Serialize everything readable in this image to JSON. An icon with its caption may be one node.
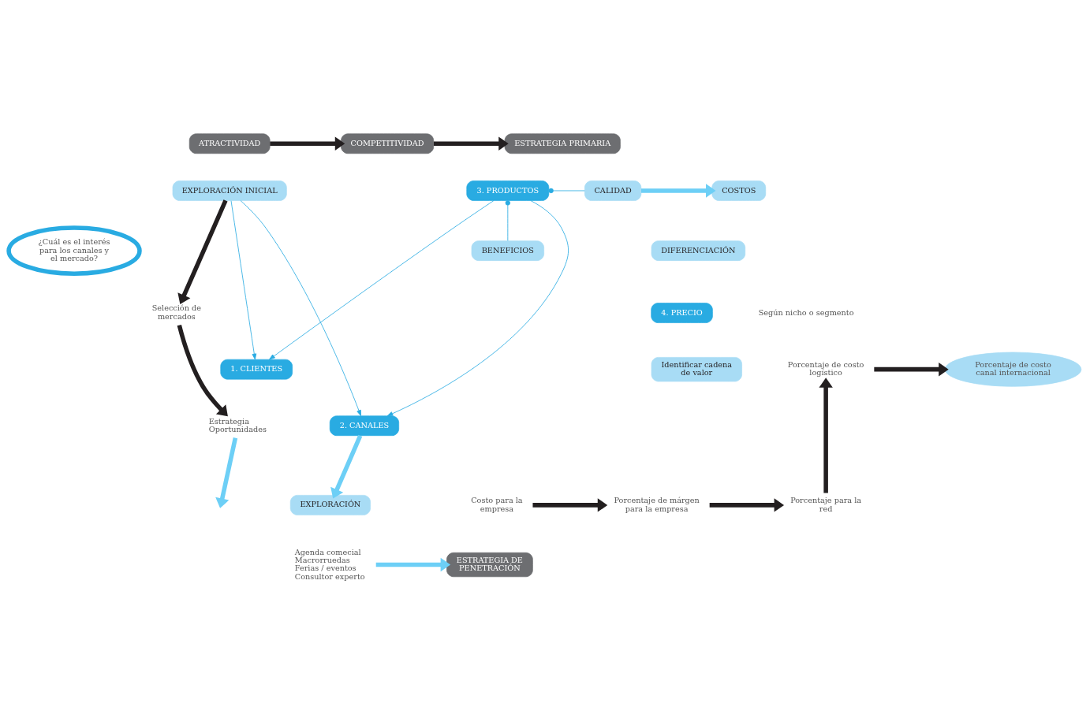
{
  "diagram": {
    "nodes": [
      {
        "text": [
          "ATRACTIVIDAD"
        ]
      },
      {
        "text": [
          "COMPETITIVIDAD"
        ]
      },
      {
        "text": [
          "ESTRATEGIA PRIMARIA"
        ]
      },
      {
        "text": [
          "EXPLORACIÓN INICIAL"
        ]
      },
      {
        "text": [
          "¿Cuál es el interés para los canales y el mercado?"
        ]
      },
      {
        "text": [
          "3. PRODUCTOS"
        ]
      },
      {
        "text": [
          "CALIDAD"
        ]
      },
      {
        "text": [
          "COSTOS"
        ]
      },
      {
        "text": [
          "BENEFICIOS"
        ]
      },
      {
        "text": [
          "DIFERENCIACIÓN"
        ]
      },
      {
        "text": [
          "Selección de mercados"
        ]
      },
      {
        "text": [
          "4. PRECIO"
        ]
      },
      {
        "text": [
          "1. CLIENTES"
        ]
      },
      {
        "text": [
          "Estrategia",
          "Oportunidades"
        ]
      },
      {
        "text": [
          "2. CANALES"
        ]
      },
      {
        "text": [
          "Identificar cadena de valor"
        ]
      },
      {
        "text": [
          "Porcentaje de costo canal internacional"
        ]
      },
      {
        "text": [
          "Porcentaje de costo logístico"
        ]
      },
      {
        "text": [
          "EXPLORACIÓN"
        ]
      },
      {
        "text": [
          "Costo para la empresa"
        ]
      },
      {
        "text": [
          "Porcentaje de márgen para la empresa"
        ]
      },
      {
        "text": [
          "Porcentaje para la red"
        ]
      },
      {
        "text": [
          "Agenda comecial",
          "Macrorruedas",
          "Ferias / eventos",
          "Consultor experto"
        ]
      },
      {
        "text": [
          "ESTRATEGIA DE PENETRACIÓN"
        ]
      }
    ],
    "edges": [
      {
        "from": 0,
        "to": 1,
        "arrow": "to"
      },
      {
        "from": 1,
        "to": 2,
        "arrow": "to"
      },
      {
        "from": 3,
        "to": 10,
        "arrow": "to"
      },
      {
        "from": 10,
        "to": 13,
        "arrow": "to"
      },
      {
        "from": 3,
        "to": 12,
        "arrow": "to",
        "color": "#29abe2"
      },
      {
        "from": 3,
        "to": 14,
        "arrow": "to",
        "color": "#29abe2"
      },
      {
        "from": 5,
        "to": 12,
        "arrow": "to",
        "color": "#29abe2"
      },
      {
        "from": 5,
        "to": 14,
        "arrow": "to",
        "color": "#29abe2"
      },
      {
        "from": 5,
        "to": 6,
        "arrow": "other",
        "color": "#29abe2"
      },
      {
        "from": 5,
        "to": 8,
        "arrow": "other",
        "color": "#29abe2"
      },
      {
        "from": 6,
        "to": 7,
        "arrow": "to",
        "color": "#6dcff6"
      },
      {
        "from": 13,
        "to": null,
        "arrow": "to",
        "color": "#6dcff6"
      },
      {
        "from": 14,
        "to": 18,
        "arrow": "to",
        "color": "#6dcff6"
      },
      {
        "from": 22,
        "to": 23,
        "arrow": "to",
        "color": "#6dcff6"
      },
      {
        "from": 17,
        "to": 16,
        "arrow": "to"
      },
      {
        "from": 19,
        "to": 20,
        "arrow": "to"
      },
      {
        "from": 20,
        "to": 21,
        "arrow": "to"
      },
      {
        "from": 21,
        "to": 17,
        "arrow": "to"
      }
    ],
    "labels": [
      "Según nicho o segmento"
    ]
  }
}
